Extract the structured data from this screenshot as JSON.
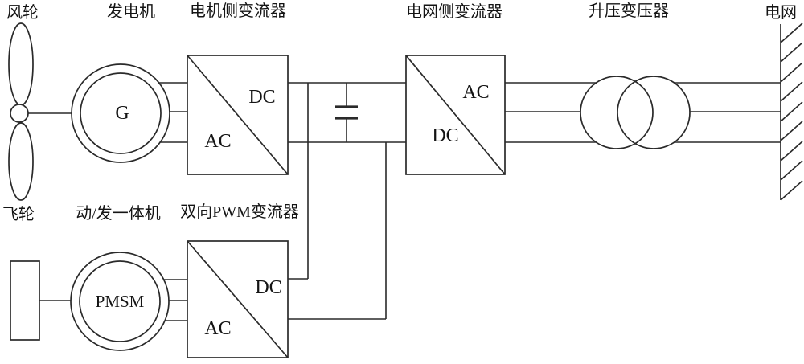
{
  "figure": {
    "type": "wind-power-flywheel-storage-system-schematic",
    "labels": {
      "wind_wheel": "风轮",
      "generator": "发电机",
      "machine_side_converter": "电机侧变流器",
      "grid_side_converter": "电网侧变流器",
      "step_up_transformer": "升压变压器",
      "grid": "电网",
      "flywheel": "飞轮",
      "motor_generator_unit": "动/发一体机",
      "bidirectional_pwm_converter": "双向PWM变流器"
    },
    "symbols": {
      "generator": "G",
      "pmsm": "PMSM",
      "machine_converter_dc": "DC",
      "machine_converter_ac": "AC",
      "grid_converter_ac": "AC",
      "grid_converter_dc": "DC",
      "pwm_converter_dc": "DC",
      "pwm_converter_ac": "AC"
    },
    "colors": {
      "line": "#2a2a2a",
      "text": "#141414",
      "background": "#ffffff"
    }
  }
}
